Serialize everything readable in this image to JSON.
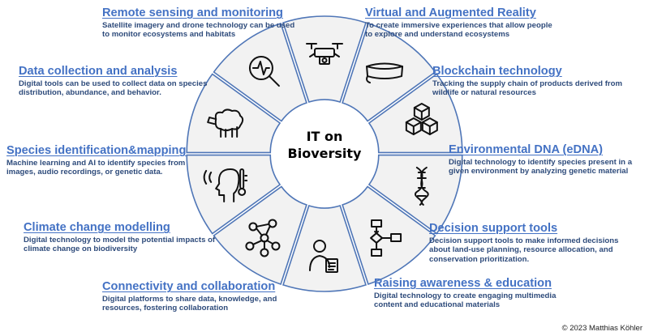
{
  "center_title": [
    "IT on",
    "Bioversity"
  ],
  "copyright": "© 2023 Matthias Köhler",
  "sectors": [
    {
      "title": "Remote sensing and monitoring",
      "description": "Satellite imagery and drone technology can be used to monitor ecosystems and habitats",
      "icon": "drone-icon"
    },
    {
      "title": "Virtual and Augmented Reality",
      "description": "To create immersive experiences that allow people to explore and understand ecosystems",
      "icon": "vr-headset-icon"
    },
    {
      "title": "Blockchain technology",
      "description": "Tracking the supply chain of products derived from wildlife or natural resources",
      "icon": "blocks-icon"
    },
    {
      "title": "Environmental DNA (eDNA)",
      "description": "Digital technology to identify species present in a given environment by analyzing genetic material",
      "icon": "dna-icon"
    },
    {
      "title": "Decision support tools",
      "description": "Decision support tools to make informed decisions about land-use planning, resource allocation, and conservation prioritization.",
      "icon": "flowchart-icon"
    },
    {
      "title": "Raising awareness & education",
      "description": "Digital technology to create engaging multimedia content and educational materials",
      "icon": "teacher-icon"
    },
    {
      "title": "Connectivity and collaboration",
      "description": "Digital platforms to share data, knowledge, and resources, fostering collaboration",
      "icon": "network-icon"
    },
    {
      "title": "Climate change modelling",
      "description": "Digital technology to model the potential impacts of climate change on biodiversity",
      "icon": "head-thermometer-icon"
    },
    {
      "title": "Species identification&mapping",
      "description": "Machine learning and AI to identify species from images, audio recordings, or genetic data.",
      "icon": "sheep-icon"
    },
    {
      "title": "Data collection and analysis",
      "description": "Digital tools can be used to collect data on species distribution, abundance, and behavior.",
      "icon": "magnifier-pulse-icon"
    }
  ]
}
